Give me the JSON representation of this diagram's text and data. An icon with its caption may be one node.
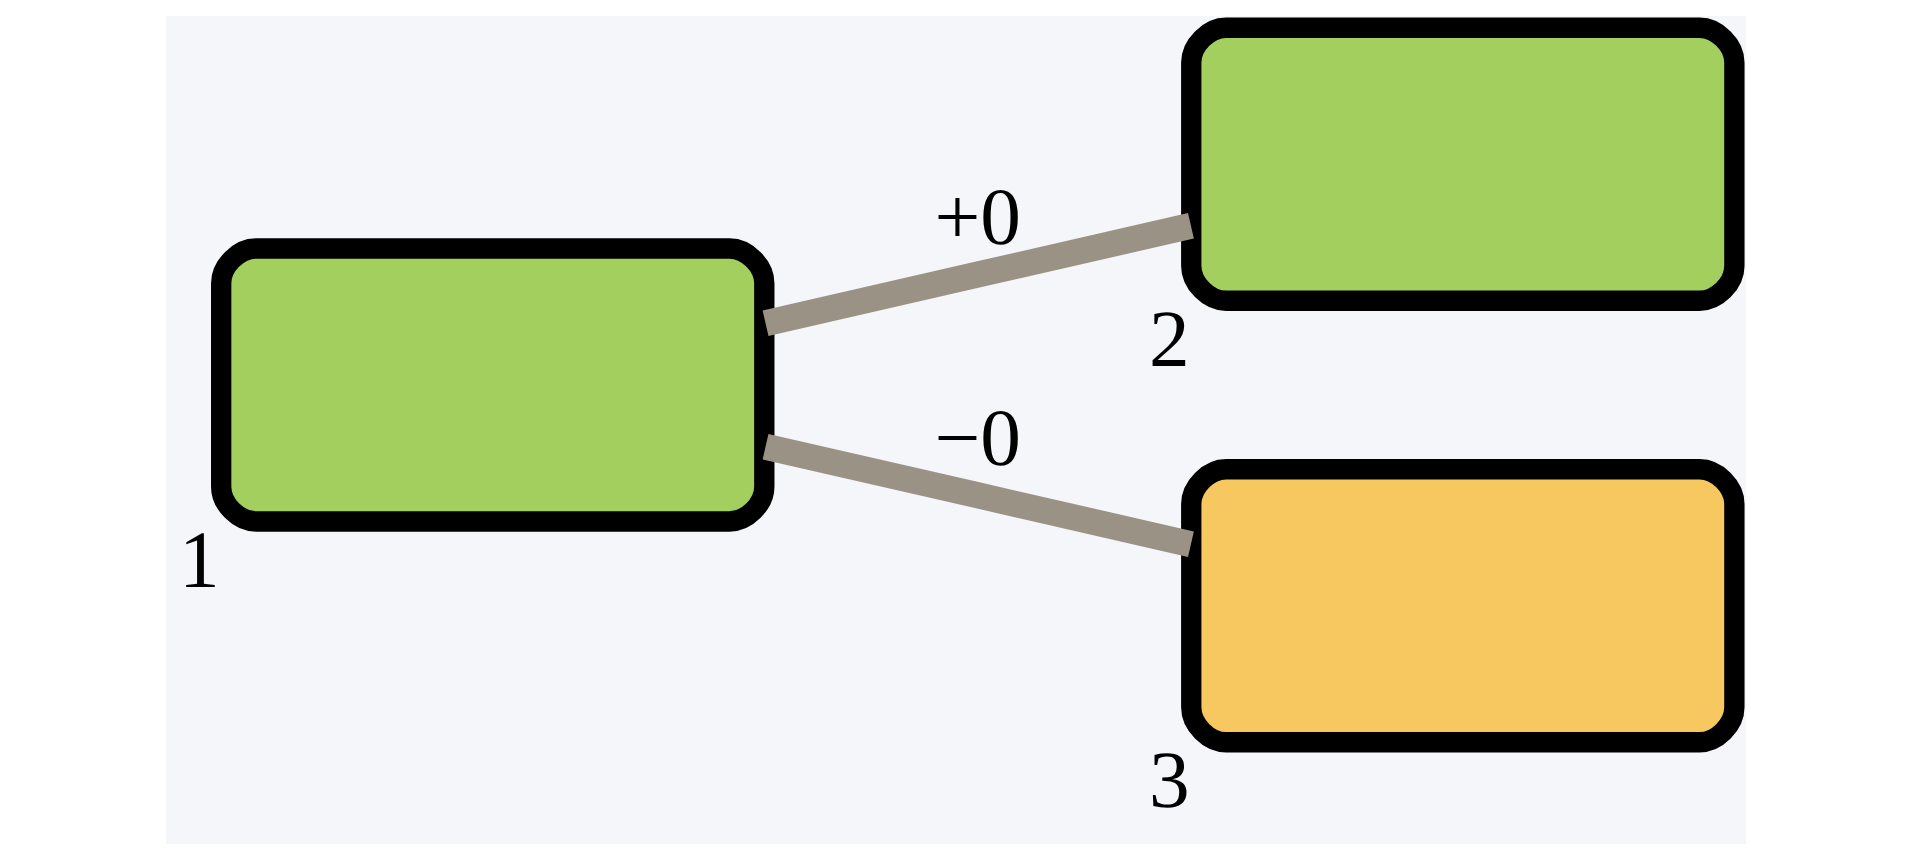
{
  "diagram": {
    "nodes": [
      {
        "text": [],
        "shape": "box",
        "beside": [
          "1"
        ]
      },
      {
        "text": [],
        "shape": "box",
        "beside": [
          "2"
        ]
      },
      {
        "text": [],
        "shape": "box",
        "beside": [
          "3"
        ]
      }
    ],
    "edges": [
      {
        "from": 0,
        "to": 1,
        "arrow": "none",
        "label": "+0"
      },
      {
        "from": 0,
        "to": 2,
        "arrow": "none",
        "label": "−0"
      }
    ]
  }
}
